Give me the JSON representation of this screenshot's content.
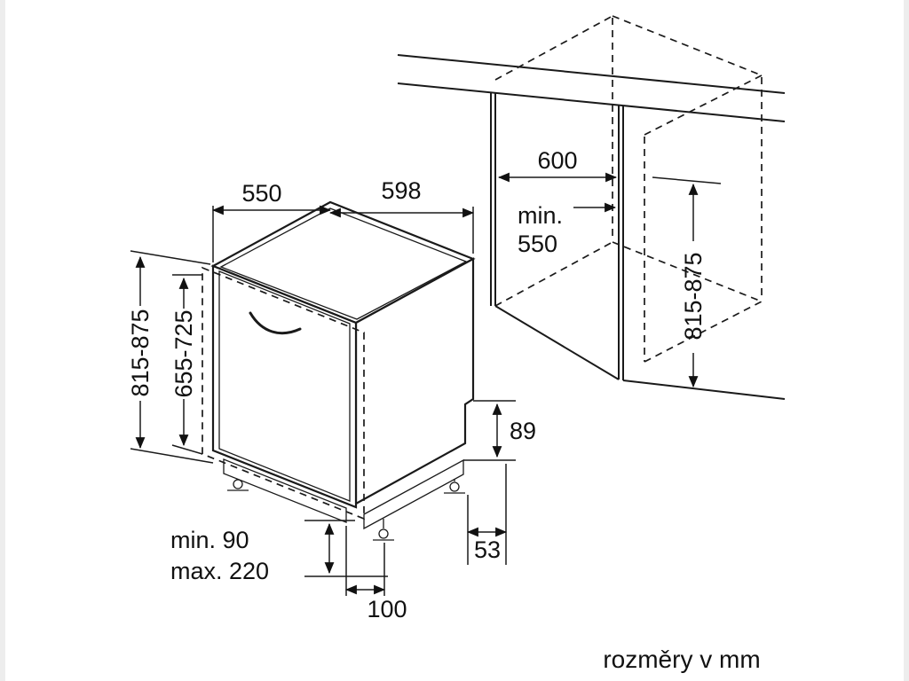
{
  "page": {
    "background": "#ffffff",
    "frame_color": "#ededed",
    "footer_label": "rozměry v mm"
  },
  "colors": {
    "line": "#1a1a1a",
    "text": "#111111"
  },
  "dimensions": {
    "depth_top": "550",
    "width_top": "598",
    "niche_width": "600",
    "niche_depth_prefix": "min.",
    "niche_depth_value": "550",
    "height_overall_left": "815-875",
    "front_panel_height": "655-725",
    "niche_height_right": "815-875",
    "base_rear_height": "89",
    "rear_foot_offset": "53",
    "feet_min": "min. 90",
    "feet_max": "max. 220",
    "front_foot_offset": "100"
  }
}
